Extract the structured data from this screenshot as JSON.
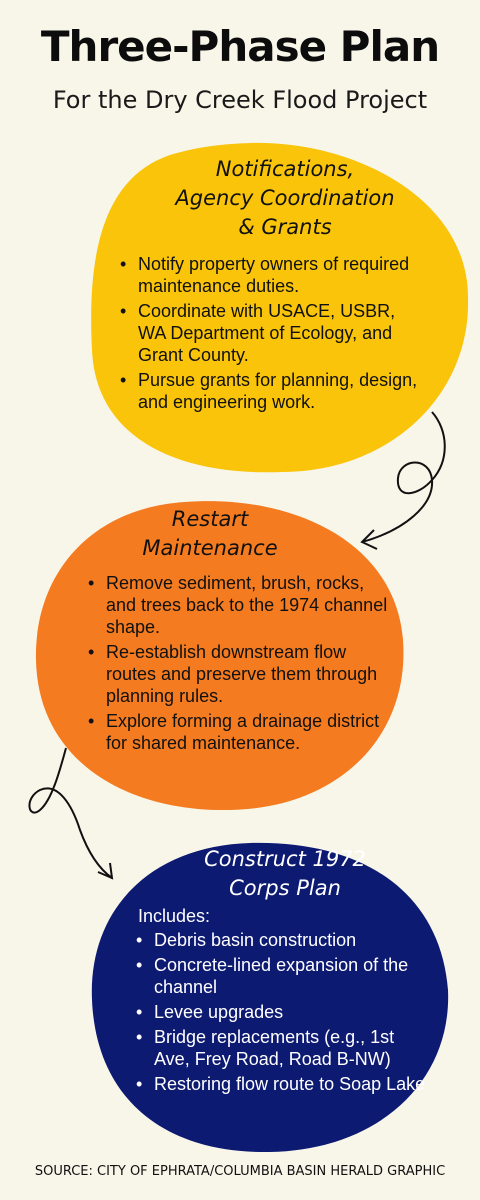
{
  "header": {
    "title": "Three-Phase Plan",
    "subtitle": "For the Dry Creek Flood Project"
  },
  "colors": {
    "background": "#f8f5e9",
    "phase1": "#f9c40a",
    "phase2": "#f47b20",
    "phase3": "#0d1a72",
    "arrow": "#111111"
  },
  "phases": [
    {
      "title_lines": [
        "Notifications,",
        "Agency Coordination",
        "& Grants"
      ],
      "items": [
        "Notify property owners of required maintenance duties.",
        "Coordinate with USACE, USBR, WA Department of Ecology, and Grant County.",
        "Pursue grants for planning, design, and engineering work."
      ]
    },
    {
      "title_lines": [
        "Restart",
        "Maintenance"
      ],
      "items": [
        "Remove sediment, brush, rocks, and trees back to the 1974 channel shape.",
        "Re-establish downstream flow routes and preserve them through planning rules.",
        "Explore forming a drainage district for shared maintenance."
      ]
    },
    {
      "title_lines": [
        "Construct 1972",
        "Corps Plan"
      ],
      "intro": "Includes:",
      "items": [
        "Debris basin construction",
        "Concrete-lined expansion of the channel",
        "Levee upgrades",
        "Bridge replacements (e.g., 1st Ave, Frey Road, Road B-NW)",
        "Restoring flow route to Soap Lake"
      ]
    }
  ],
  "source": "SOURCE: CITY OF EPHRATA/COLUMBIA BASIN HERALD GRAPHIC"
}
